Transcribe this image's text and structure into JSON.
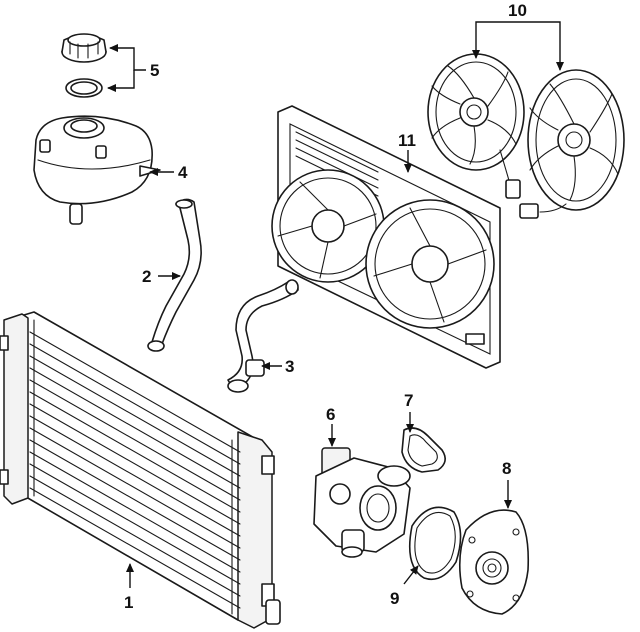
{
  "callouts": {
    "c1": "1",
    "c2": "2",
    "c3": "3",
    "c4": "4",
    "c5": "5",
    "c6": "6",
    "c7": "7",
    "c8": "8",
    "c9": "9",
    "c10": "10",
    "c11": "11"
  },
  "parts": [
    {
      "callout": "1",
      "icon": "radiator-icon"
    },
    {
      "callout": "2",
      "icon": "upper-hose-icon"
    },
    {
      "callout": "3",
      "icon": "lower-hose-icon"
    },
    {
      "callout": "4",
      "icon": "reservoir-icon"
    },
    {
      "callout": "5",
      "icon": "cap-and-seal-icon"
    },
    {
      "callout": "6",
      "icon": "thermostat-housing-icon"
    },
    {
      "callout": "7",
      "icon": "gasket-icon"
    },
    {
      "callout": "8",
      "icon": "water-pump-icon"
    },
    {
      "callout": "9",
      "icon": "pump-gasket-icon"
    },
    {
      "callout": "10",
      "icon": "fan-motor-icon"
    },
    {
      "callout": "11",
      "icon": "fan-shroud-icon"
    }
  ],
  "colors": {
    "line": "#1a1a1a",
    "background": "#ffffff"
  }
}
